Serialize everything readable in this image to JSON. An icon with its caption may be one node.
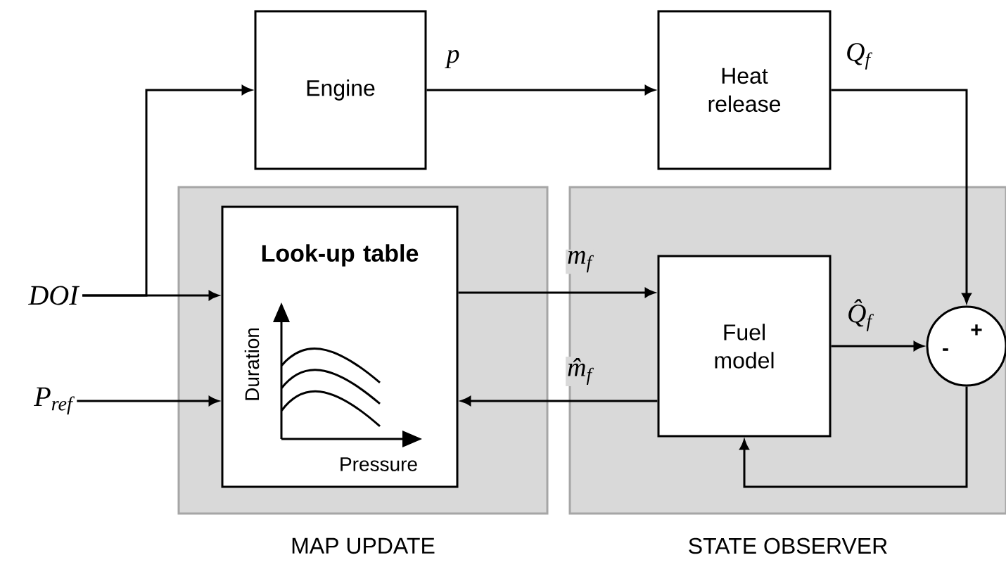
{
  "diagram": {
    "nodes": [
      {
        "text": [
          "MAP UPDATE"
        ]
      },
      {
        "text": [
          "STATE OBSERVER"
        ]
      },
      {
        "text": [
          "Engine"
        ]
      },
      {
        "text": [
          "Heat release"
        ]
      },
      {
        "text": [
          "Look-up table",
          "Duration",
          "Pressure"
        ],
        "in": 0
      },
      {
        "text": [
          "Fuel model"
        ],
        "in": 1
      },
      {
        "text": [
          "+",
          "-"
        ],
        "in": 1
      },
      {
        "text": [
          "DOI"
        ]
      },
      {
        "text": [
          "P$_{ref}$"
        ]
      }
    ],
    "edges": [
      {
        "from": 7,
        "to": 2,
        "arrow": "to"
      },
      {
        "from": 7,
        "to": 4,
        "arrow": "to"
      },
      {
        "from": 8,
        "to": 4,
        "arrow": "to"
      },
      {
        "from": 2,
        "to": 3,
        "arrow": "to",
        "label": "p"
      },
      {
        "from": 3,
        "to": 6,
        "arrow": "to",
        "label": "Q$_{f}$"
      },
      {
        "from": 4,
        "to": 5,
        "arrow": "to",
        "label": "m$_{f}$"
      },
      {
        "from": 5,
        "to": 4,
        "arrow": "to",
        "label": "m̂$_{f}$"
      },
      {
        "from": 5,
        "to": 6,
        "arrow": "to",
        "label": "Q̂$_{f}$"
      },
      {
        "from": 6,
        "to": 5,
        "arrow": "to"
      }
    ]
  }
}
